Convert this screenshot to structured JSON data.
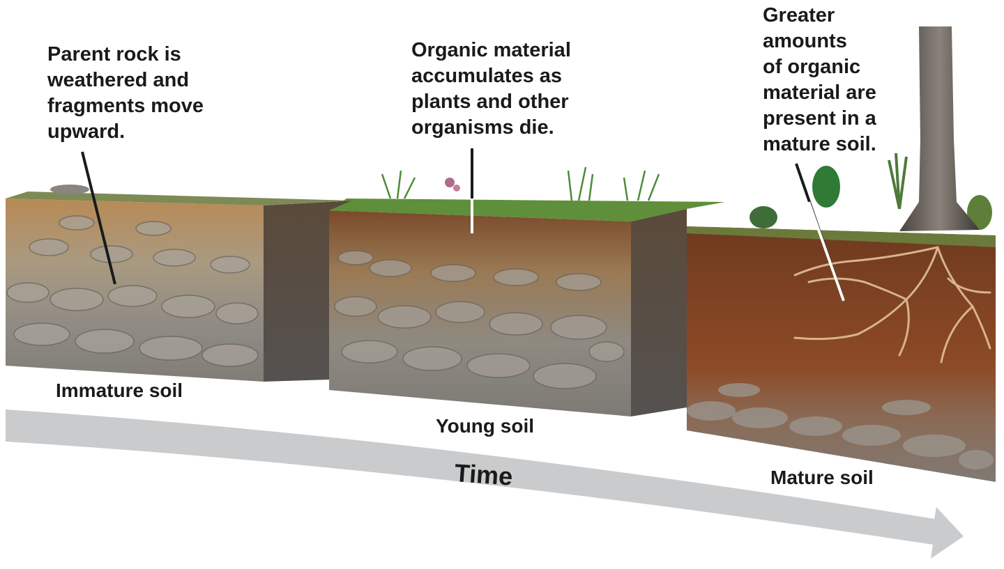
{
  "captions": {
    "immature": [
      "Parent rock is",
      "weathered and",
      "fragments move",
      "upward."
    ],
    "young": [
      "Organic material",
      "accumulates as",
      "plants and other",
      "organisms die."
    ],
    "mature": [
      "Greater",
      "amounts",
      "of organic",
      "material are",
      "present in a",
      "mature soil."
    ]
  },
  "labels": {
    "immature": "Immature soil",
    "young": "Young soil",
    "mature": "Mature soil"
  },
  "time_arrow": {
    "label": "Time"
  },
  "colors": {
    "arrow": "#c9cbcd",
    "rock_gray": "#8d8a84",
    "soil_brown": "#8a4a28",
    "grass": "#5f8f3a"
  }
}
